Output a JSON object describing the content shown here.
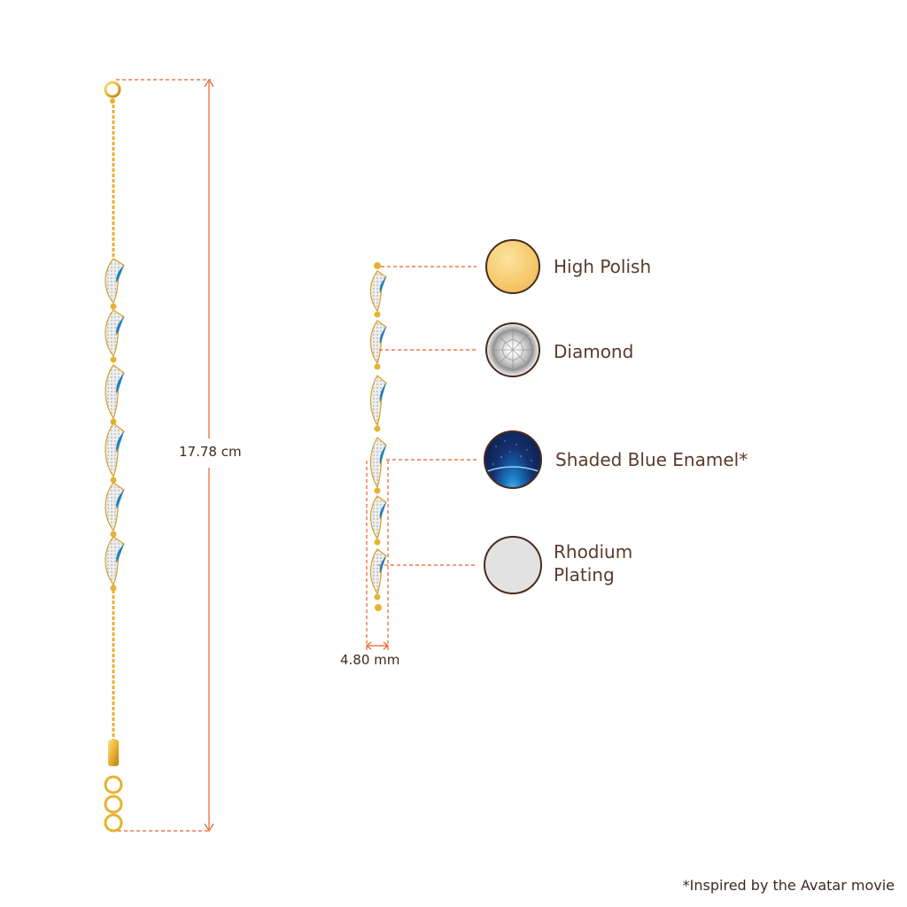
{
  "measurements": {
    "length": "17.78 cm",
    "width": "4.80 mm"
  },
  "materials": [
    {
      "label": "High Polish",
      "icon": "gold-swatch-icon",
      "color": "#f6c86a"
    },
    {
      "label": "Diamond",
      "icon": "diamond-swatch-icon",
      "color": "#d9d9d9"
    },
    {
      "label": "Shaded Blue Enamel*",
      "icon": "blue-enamel-swatch-icon",
      "color": "#1d3f86"
    },
    {
      "label": "Rhodium",
      "label2": "Plating",
      "icon": "rhodium-swatch-icon",
      "color": "#e2e2e2"
    }
  ],
  "footnote": "*Inspired by the Avatar movie",
  "colors": {
    "gold": "#e8b230",
    "dimension_line": "#e8622a",
    "text": "#5a3a2c",
    "enamel": "#1d7fc0"
  }
}
